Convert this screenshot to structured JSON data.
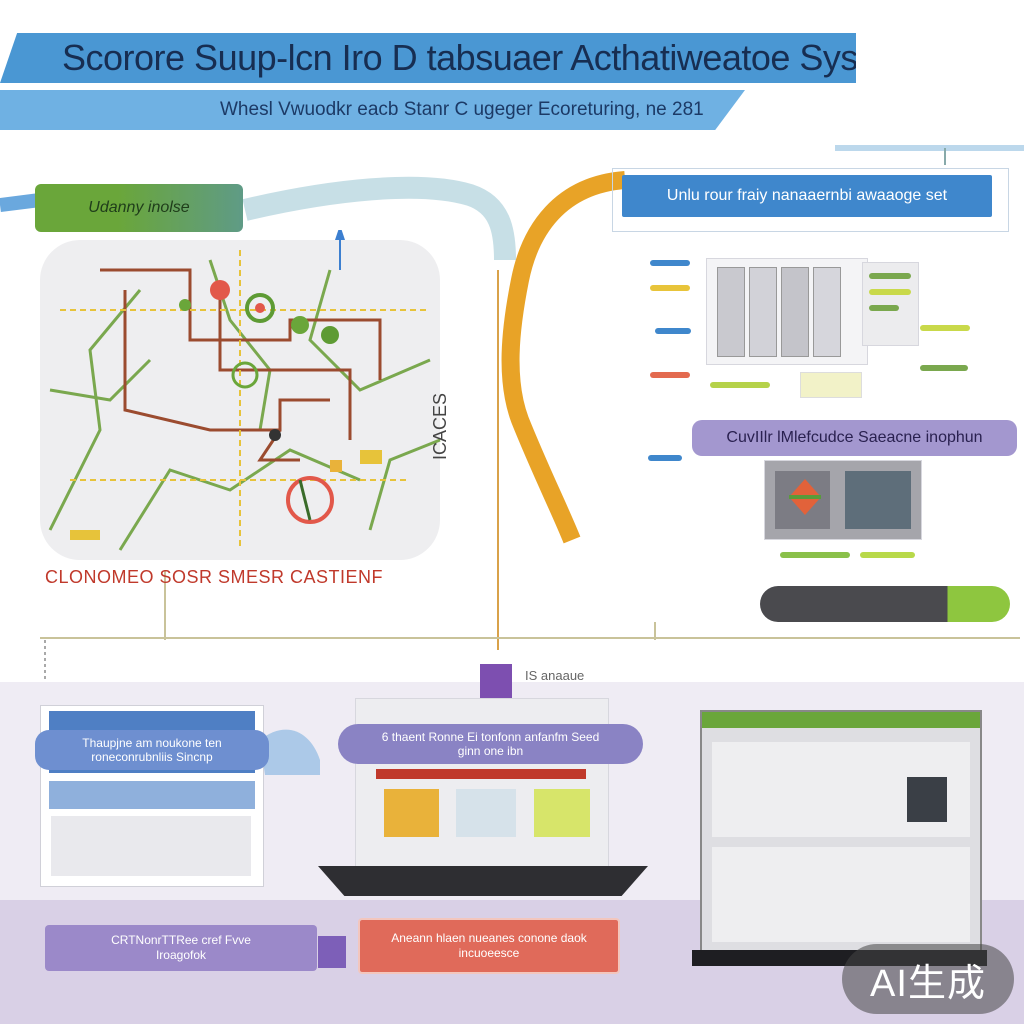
{
  "title": "Scorore Suup-lcn Iro D tabsuaer Acthatiweatoe System",
  "subtitle": "Whesl Vwuodkr eacb Stanr C ugeger  Ecoreturing, ne  281",
  "nodes": {
    "green_tag": "Udanny inolse",
    "map_caption": "CLONOMEO SOSR SMESR CASTIENF",
    "vertical_text": "ICACES",
    "blue_header": "Unlu rour fraiy nanaaernbi awaaoge set",
    "purple_header": "CuvIIlr lMlefcudce Saeacne inophun",
    "mid_label": "IS anaaue",
    "card_left_title": "Thaupjne am noukone ten roneconrubnliis Sincnp",
    "card_mid_title": "6 thaent Ronne Ei tonfonn anfanfm Seed ginn one ibn",
    "bottom_purple": "CRTNonrTTRee   cref Fvve Iroagofok",
    "bottom_red": "Aneann hlaen  nueanes conone daok incuoeesce"
  },
  "colors": {
    "title_bg": "#4a97d3",
    "accent_green": "#6aa63a",
    "accent_orange": "#e8a327",
    "accent_purple": "#9b89c9",
    "accent_red": "#e06a5a"
  },
  "watermark": "AI生成"
}
